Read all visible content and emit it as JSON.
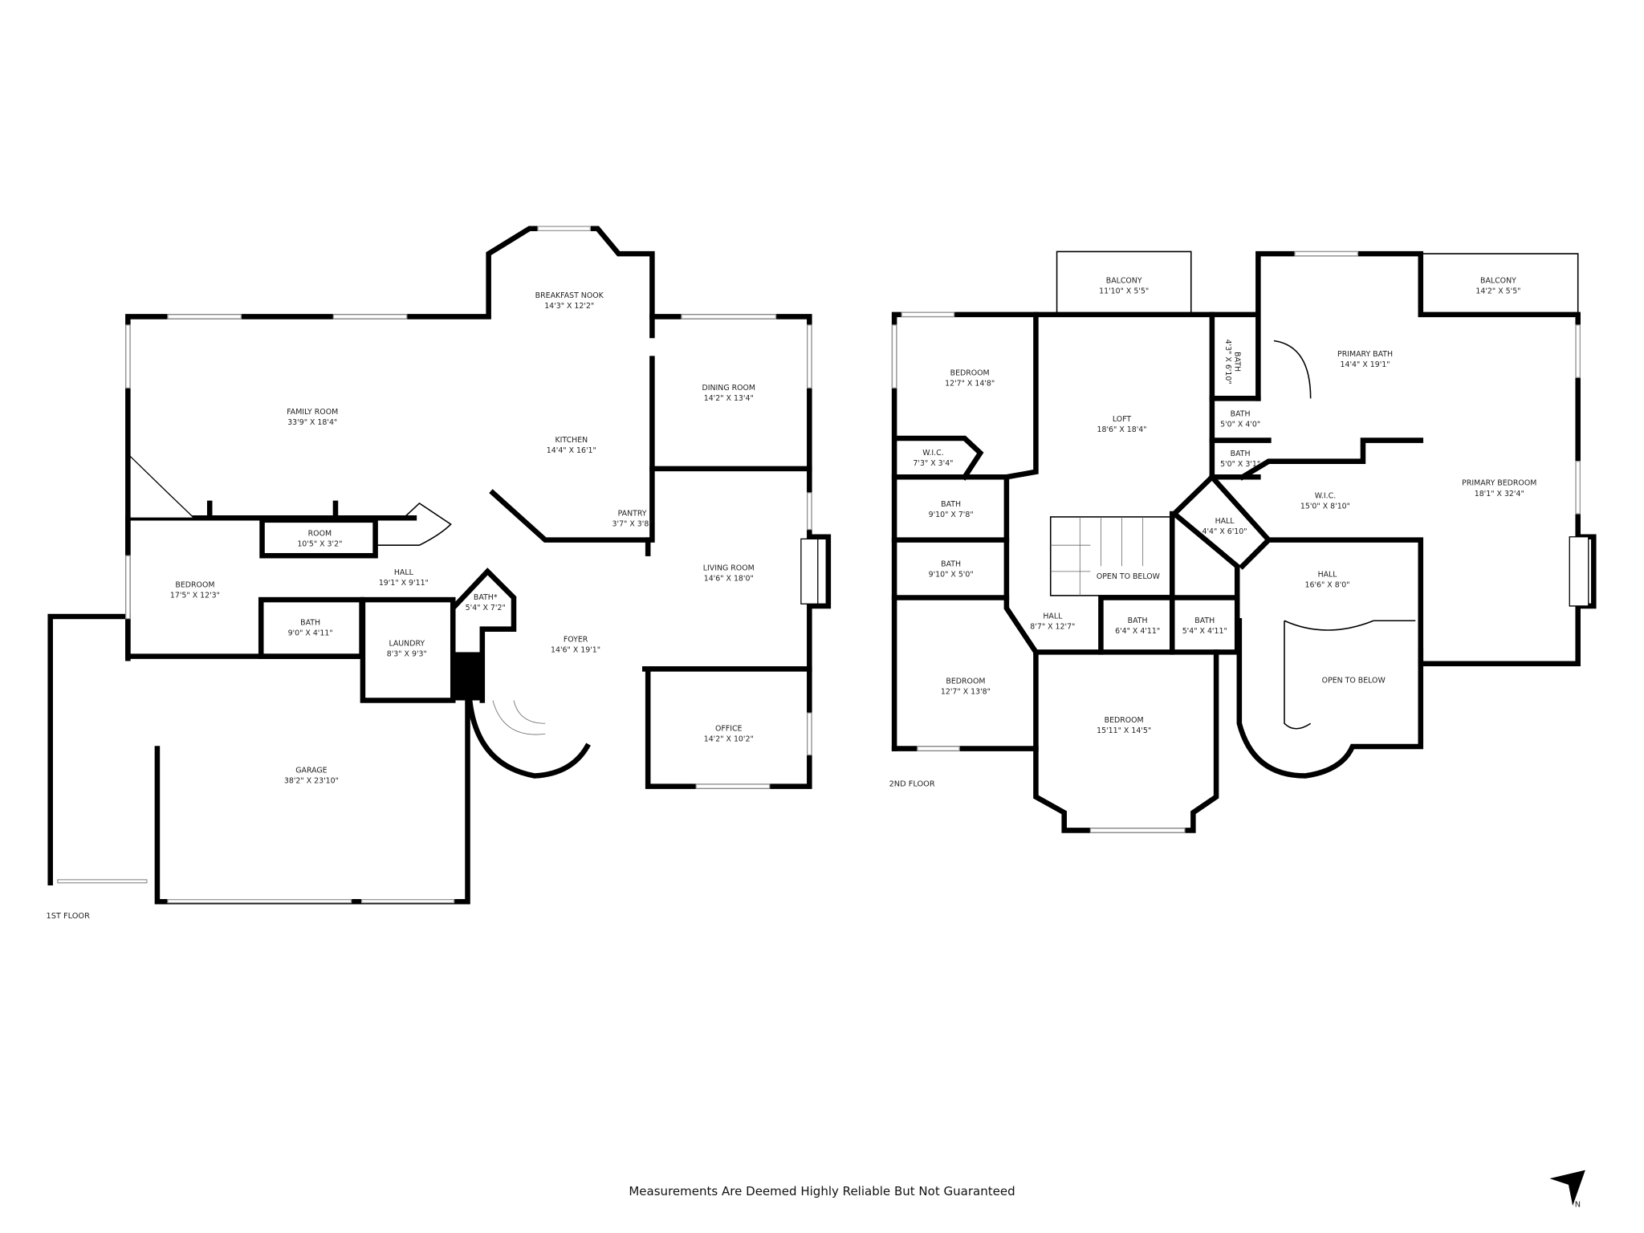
{
  "floors": [
    {
      "label": "1ST FLOOR",
      "rooms": [
        {
          "name": "FAMILY ROOM",
          "dims": "33'9\" X 18'4\""
        },
        {
          "name": "BREAKFAST NOOK",
          "dims": "14'3\" X 12'2\""
        },
        {
          "name": "KITCHEN",
          "dims": "14'4\" X 16'1\""
        },
        {
          "name": "DINING ROOM",
          "dims": "14'2\" X 13'4\""
        },
        {
          "name": "LIVING ROOM",
          "dims": "14'6\" X 18'0\""
        },
        {
          "name": "OFFICE",
          "dims": "14'2\" X 10'2\""
        },
        {
          "name": "FOYER",
          "dims": "14'6\" X 19'1\""
        },
        {
          "name": "PANTRY",
          "dims": "3'7\" X 3'8\""
        },
        {
          "name": "ROOM",
          "dims": "10'5\" X 3'2\""
        },
        {
          "name": "HALL",
          "dims": "19'1\" X 9'11\""
        },
        {
          "name": "BATH*",
          "dims": "5'4\" X 7'2\""
        },
        {
          "name": "BEDROOM",
          "dims": "17'5\" X 12'3\""
        },
        {
          "name": "BATH",
          "dims": "9'0\" X 4'11\""
        },
        {
          "name": "LAUNDRY",
          "dims": "8'3\" X 9'3\""
        },
        {
          "name": "GARAGE",
          "dims": "38'2\" X 23'10\""
        }
      ]
    },
    {
      "label": "2ND FLOOR",
      "rooms": [
        {
          "name": "BALCONY",
          "dims": "11'10\" X 5'5\""
        },
        {
          "name": "BALCONY",
          "dims": "14'2\" X 5'5\""
        },
        {
          "name": "BEDROOM",
          "dims": "12'7\" X 14'8\""
        },
        {
          "name": "LOFT",
          "dims": "18'6\" X 18'4\""
        },
        {
          "name": "BATH",
          "dims": "4'3\" X 6'10\""
        },
        {
          "name": "PRIMARY BATH",
          "dims": "14'4\" X 19'1\""
        },
        {
          "name": "BATH",
          "dims": "5'0\" X 4'0\""
        },
        {
          "name": "BATH",
          "dims": "5'0\" X 3'1\""
        },
        {
          "name": "W.I.C.",
          "dims": "7'3\" X 3'4\""
        },
        {
          "name": "BATH",
          "dims": "9'10\" X 7'8\""
        },
        {
          "name": "W.I.C.",
          "dims": "15'0\" X 8'10\""
        },
        {
          "name": "PRIMARY BEDROOM",
          "dims": "18'1\" X 32'4\""
        },
        {
          "name": "HALL",
          "dims": "4'4\" X 6'10\""
        },
        {
          "name": "BATH",
          "dims": "9'10\" X 5'0\""
        },
        {
          "name": "OPEN TO BELOW",
          "dims": ""
        },
        {
          "name": "HALL",
          "dims": "16'6\" X 8'0\""
        },
        {
          "name": "HALL",
          "dims": "8'7\" X 12'7\""
        },
        {
          "name": "BATH",
          "dims": "6'4\" X 4'11\""
        },
        {
          "name": "BATH",
          "dims": "5'4\" X 4'11\""
        },
        {
          "name": "OPEN TO BELOW",
          "dims": ""
        },
        {
          "name": "BEDROOM",
          "dims": "12'7\" X 13'8\""
        },
        {
          "name": "BEDROOM",
          "dims": "15'11\" X 14'5\""
        }
      ]
    }
  ],
  "compass": {
    "label": "N",
    "icon": "north-arrow-icon"
  },
  "disclaimer": "Measurements Are Deemed Highly Reliable But Not Guaranteed"
}
